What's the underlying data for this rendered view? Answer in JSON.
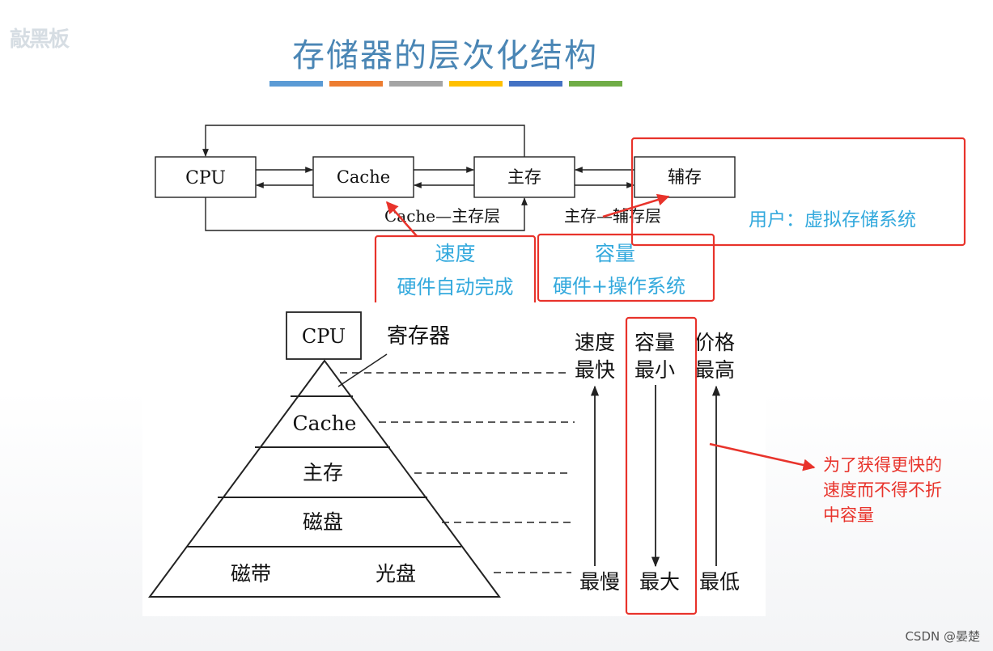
{
  "header": {
    "logo_text": "敲黑板",
    "title": "存储器的层次化结构",
    "color_bars": [
      "#5b9bd5",
      "#ed7d31",
      "#a5a5a5",
      "#ffc000",
      "#4472c4",
      "#70ad47"
    ]
  },
  "top_diagram": {
    "nodes": {
      "cpu": "CPU",
      "cache": "Cache",
      "main": "主存",
      "aux": "辅存"
    },
    "layer_labels": {
      "cache_main": "Cache—主存层",
      "main_aux": "主存—辅存层"
    }
  },
  "annotations": {
    "user_label": "用户：虚拟存储系统",
    "speed_title": "速度",
    "speed_desc": "硬件自动完成",
    "capacity_title": "容量",
    "capacity_desc": "硬件+操作系统",
    "tradeoff": [
      "为了获得更快的",
      "速度而不得不折",
      "中容量"
    ]
  },
  "pyramid": {
    "top_box": "CPU",
    "register_label": "寄存器",
    "levels": [
      "Cache",
      "主存",
      "磁盘"
    ],
    "bottom_left": "磁带",
    "bottom_right": "光盘"
  },
  "scale_columns": [
    {
      "name": "速度",
      "top": "最快",
      "bottom": "最慢"
    },
    {
      "name": "容量",
      "top": "最小",
      "bottom": "最大"
    },
    {
      "name": "价格",
      "top": "最高",
      "bottom": "最低"
    }
  ],
  "colors": {
    "title": "#4a86b5",
    "annotation_cyan": "#33a9dd",
    "highlight_red": "#e8332b"
  },
  "footer": {
    "watermark": "CSDN @晏楚"
  }
}
